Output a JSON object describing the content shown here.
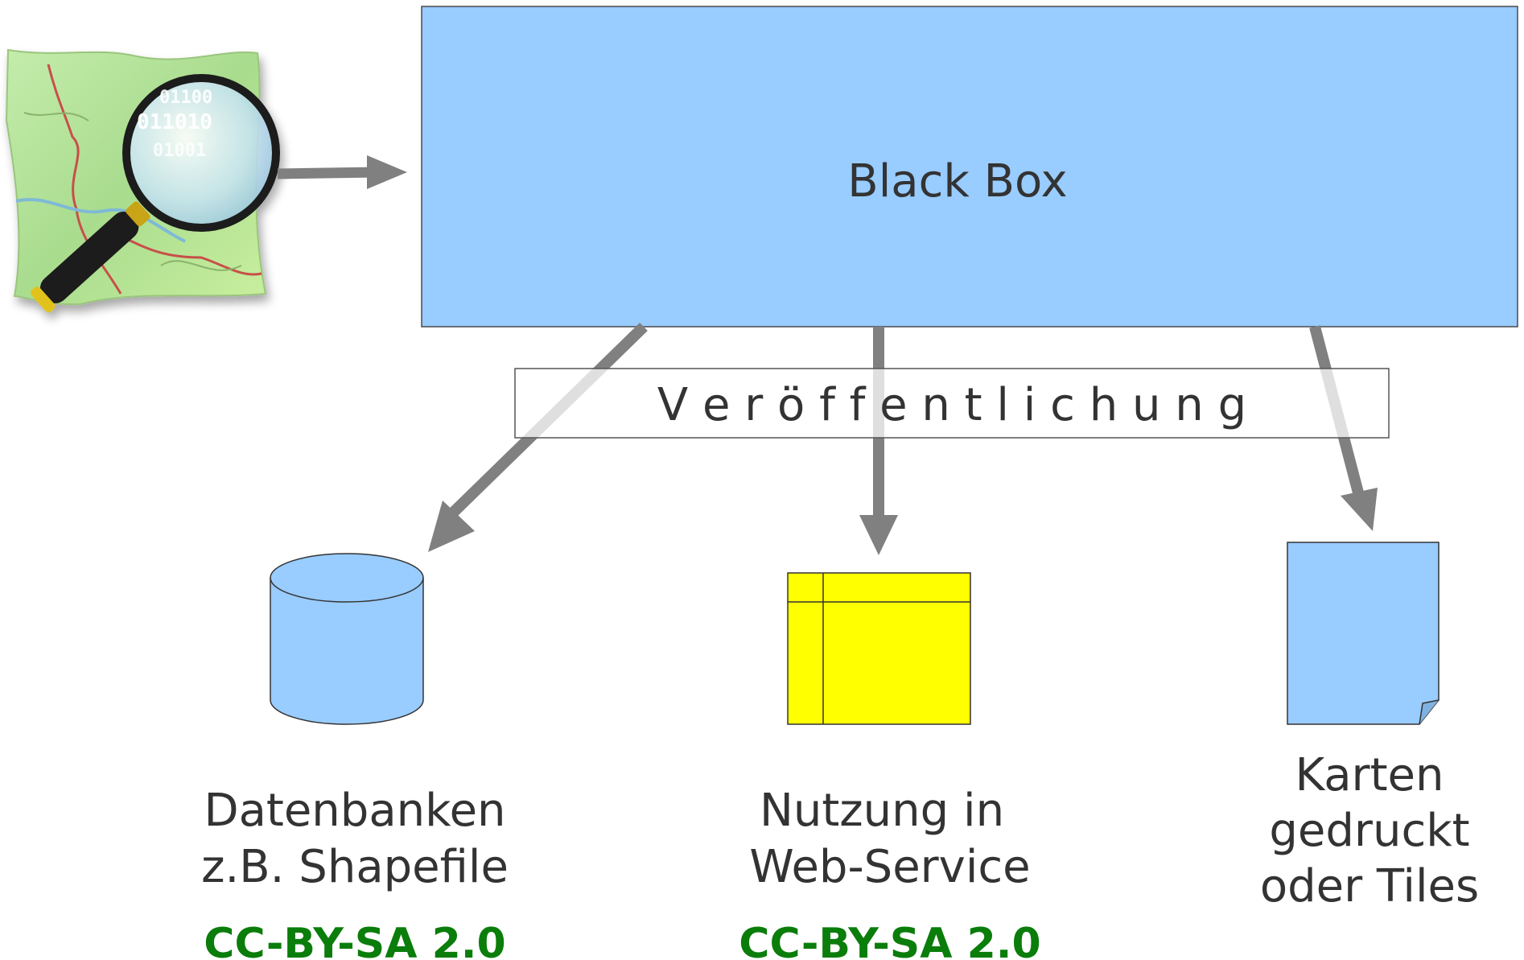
{
  "black_box": {
    "label": "Black Box"
  },
  "publication": {
    "label": "V e r ö f f e n t l i c h u n g"
  },
  "outputs": [
    {
      "caption": [
        "Datenbanken",
        "z.B. Shapefile"
      ],
      "license": "CC-BY-SA 2.0",
      "icon": "database-icon"
    },
    {
      "caption": [
        "Nutzung in",
        "Web-Service"
      ],
      "license": "CC-BY-SA 2.0",
      "icon": "table-icon"
    },
    {
      "caption": [
        "Karten",
        "gedruckt",
        "oder Tiles"
      ],
      "license": "",
      "icon": "page-icon"
    }
  ],
  "source": {
    "icon": "openstreetmap-logo-icon"
  },
  "colors": {
    "box_fill": "#99ccff",
    "arrow": "#808080",
    "table_fill": "#ffff00",
    "license_text": "#0a7d0a",
    "label_text": "#333333"
  }
}
